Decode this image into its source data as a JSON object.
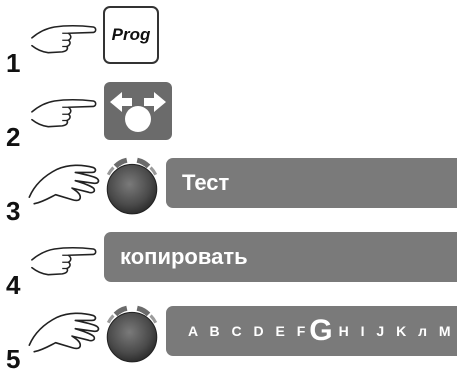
{
  "steps": [
    {
      "number": "1",
      "icon": "pointing-hand-icon",
      "button_label": "Prog"
    },
    {
      "number": "2",
      "icon": "pointing-hand-icon",
      "button_icon": "navigate-select-icon"
    },
    {
      "number": "3",
      "icon": "open-hand-icon",
      "control_icon": "rotary-knob-icon",
      "display_text": "Тест"
    },
    {
      "number": "4",
      "icon": "pointing-hand-icon",
      "display_text": "копировать"
    },
    {
      "number": "5",
      "icon": "open-hand-icon",
      "control_icon": "rotary-knob-icon",
      "alphabet_before": "A B C D E F ",
      "alphabet_selected": "G",
      "alphabet_after": " H I J K л M"
    }
  ]
}
